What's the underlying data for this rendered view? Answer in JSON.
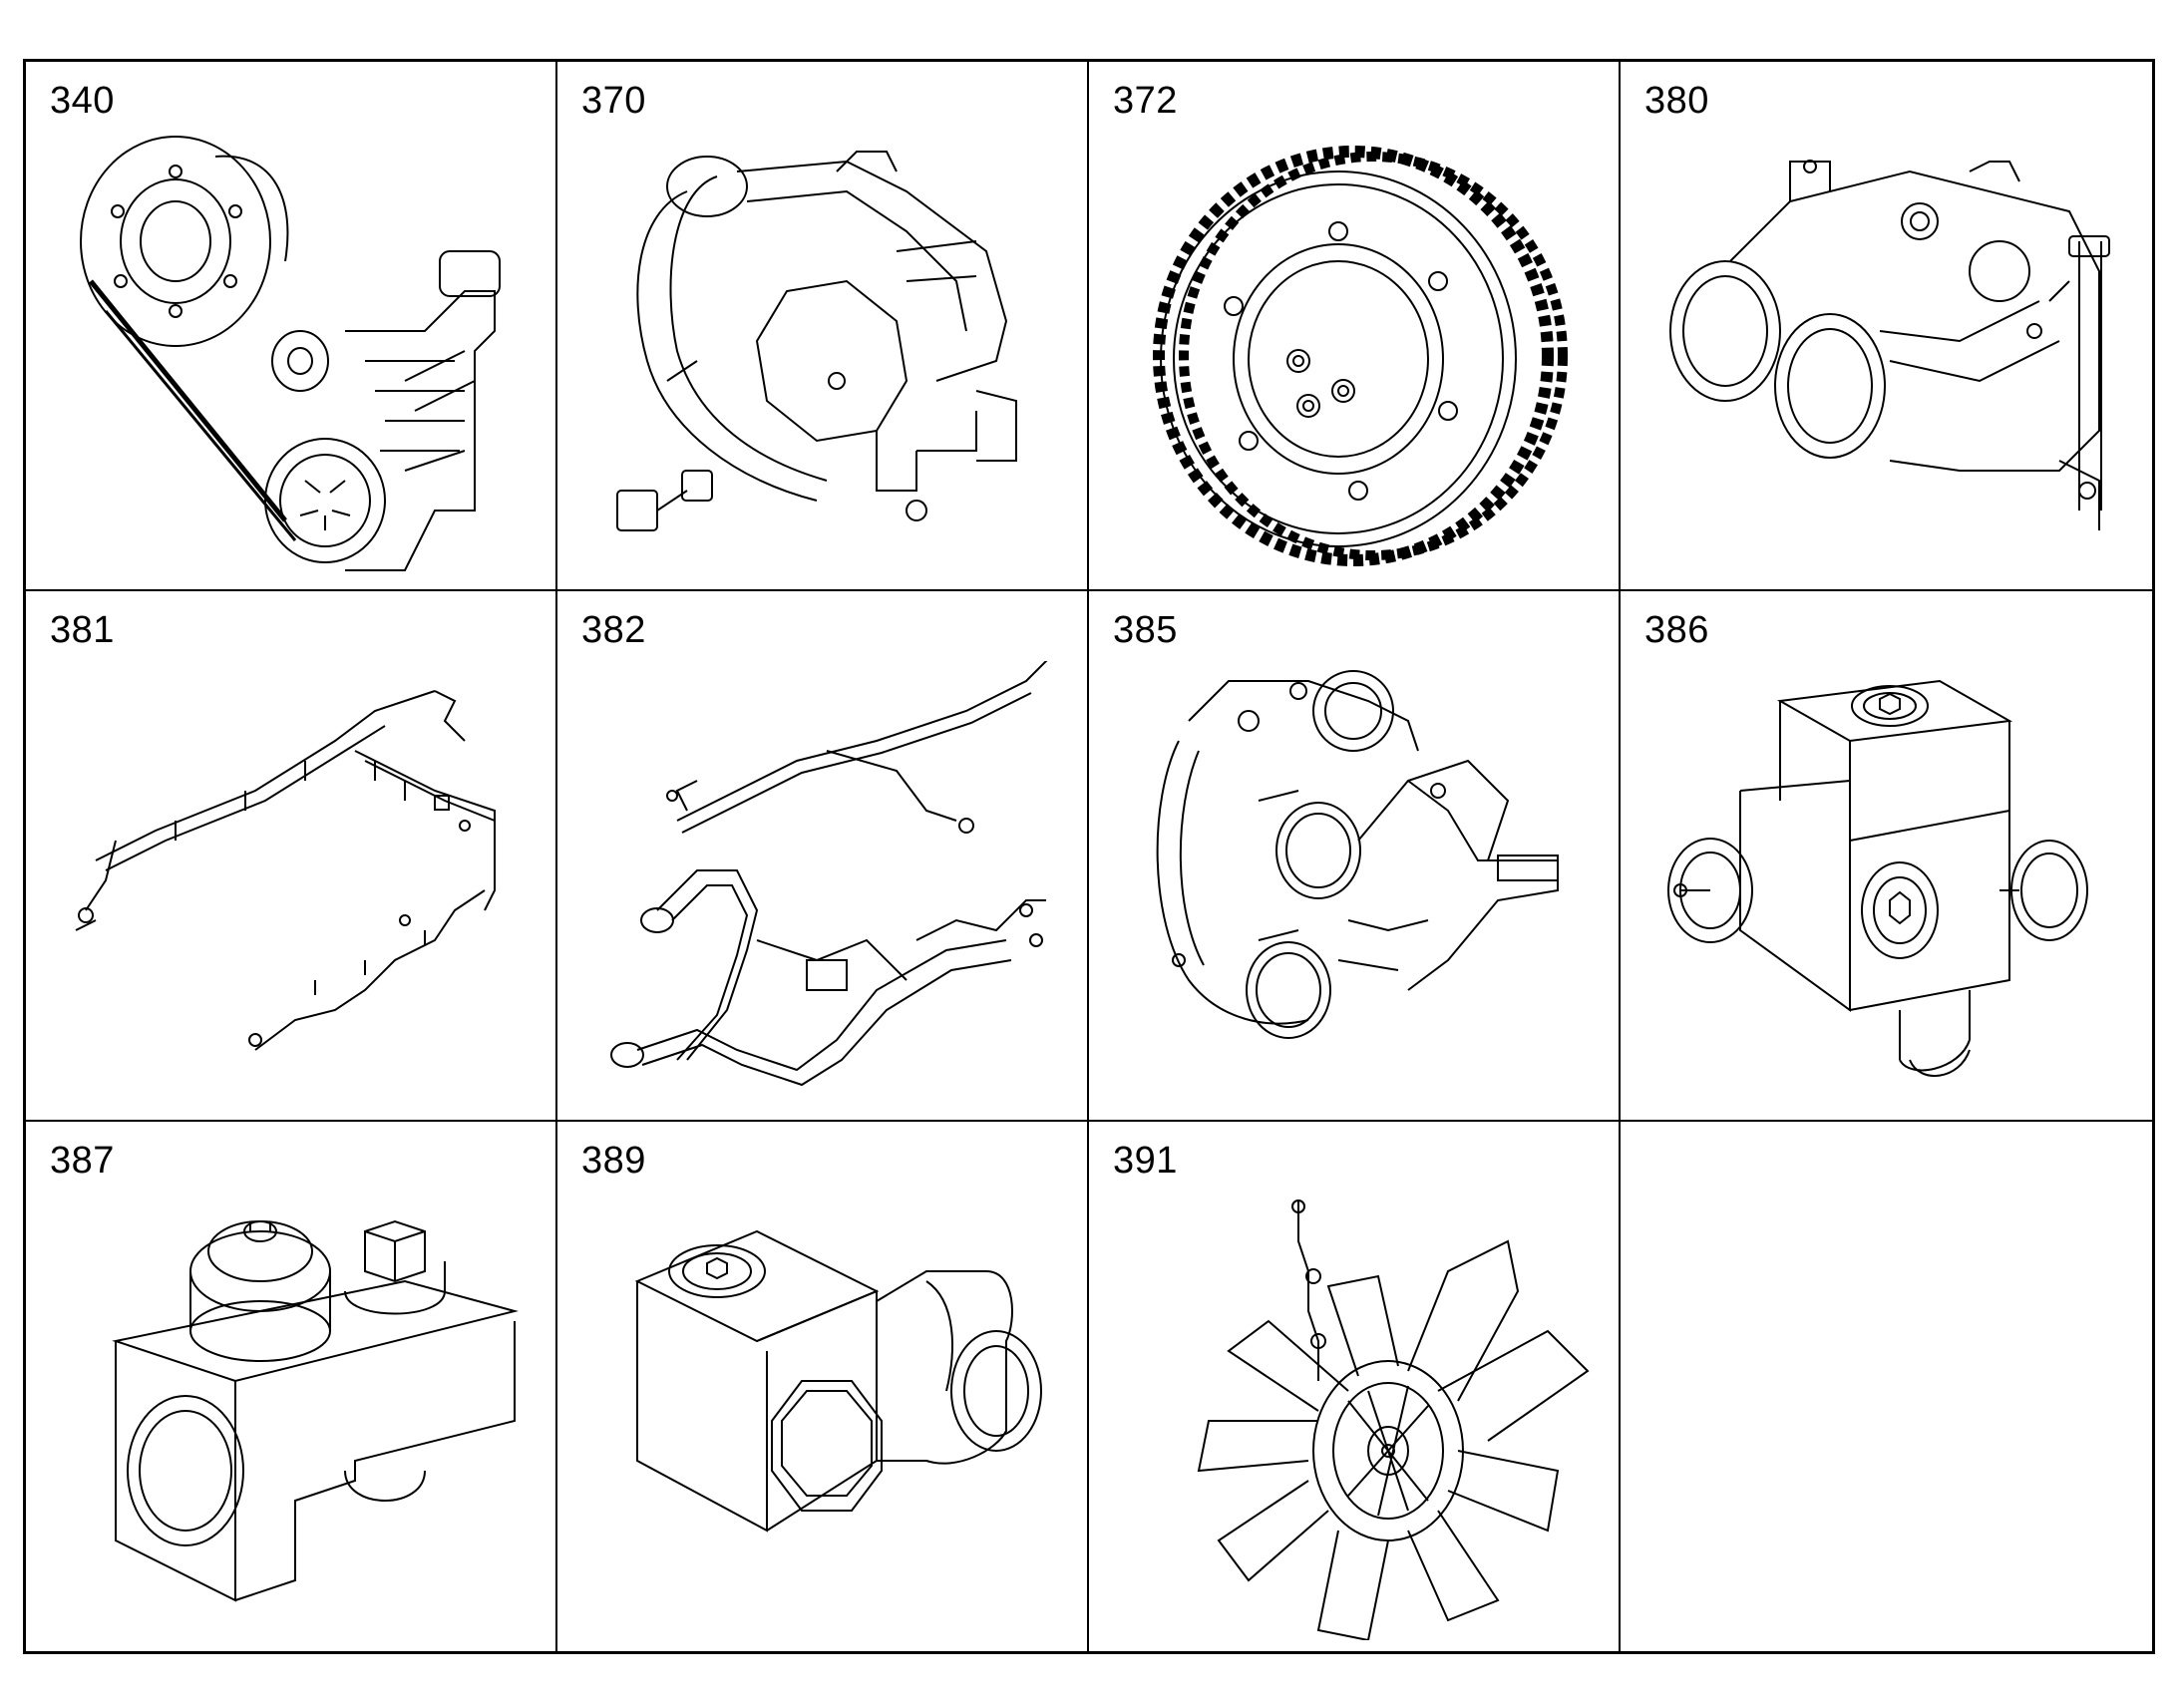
{
  "cells": [
    {
      "number": "340",
      "icon": "belt-drive-compressor-icon"
    },
    {
      "number": "370",
      "icon": "coolant-pump-housing-icon"
    },
    {
      "number": "372",
      "icon": "gear-icon"
    },
    {
      "number": "380",
      "icon": "thermostat-housing-icon"
    },
    {
      "number": "381",
      "icon": "fuel-line-harness-icon"
    },
    {
      "number": "382",
      "icon": "wiring-harness-hoses-icon"
    },
    {
      "number": "385",
      "icon": "water-pump-assembly-icon"
    },
    {
      "number": "386",
      "icon": "valve-block-icon"
    },
    {
      "number": "387",
      "icon": "adapter-block-icon"
    },
    {
      "number": "389",
      "icon": "elbow-fitting-block-icon"
    },
    {
      "number": "391",
      "icon": "fan-clutch-icon"
    },
    {
      "number": "",
      "icon": ""
    }
  ]
}
